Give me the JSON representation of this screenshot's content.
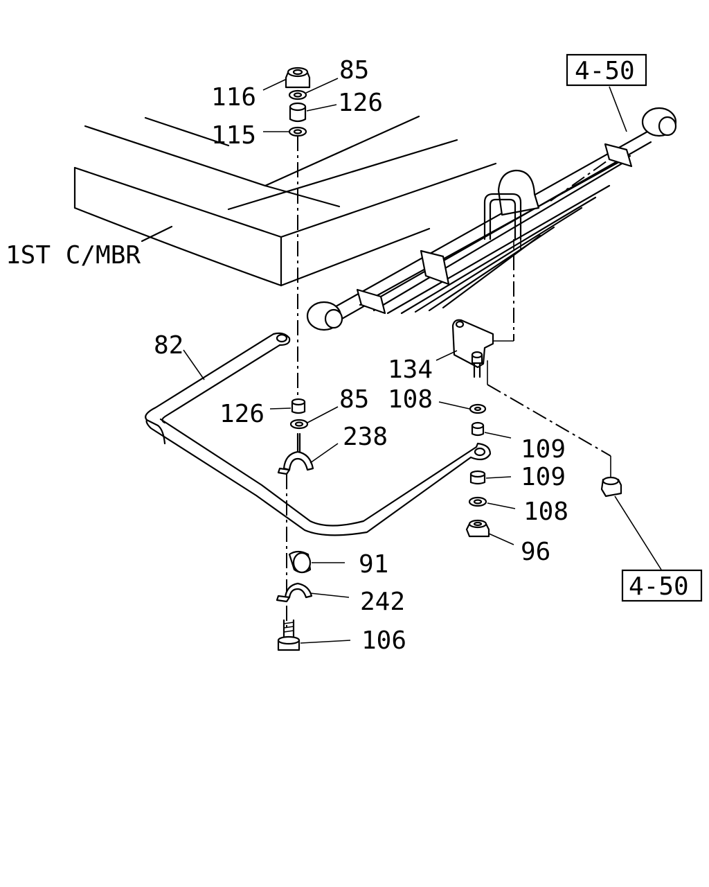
{
  "labels": {
    "frame": "1ST C/MBR",
    "ref_top": "4-50",
    "ref_bottom": "4-50",
    "p116": "116",
    "p85_top": "85",
    "p126_top": "126",
    "p115": "115",
    "p82": "82",
    "p126_bottom": "126",
    "p85_bottom": "85",
    "p238": "238",
    "p91": "91",
    "p242": "242",
    "p106": "106",
    "p134": "134",
    "p108_top": "108",
    "p109_top": "109",
    "p109_bottom": "109",
    "p108_bottom": "108",
    "p96": "96"
  },
  "icons": [
    "frame-crossmember",
    "leaf-spring",
    "u-bolt",
    "stabilizer-bar",
    "link-bracket",
    "bushing",
    "washer",
    "nut",
    "bolt",
    "clamp-bracket"
  ]
}
